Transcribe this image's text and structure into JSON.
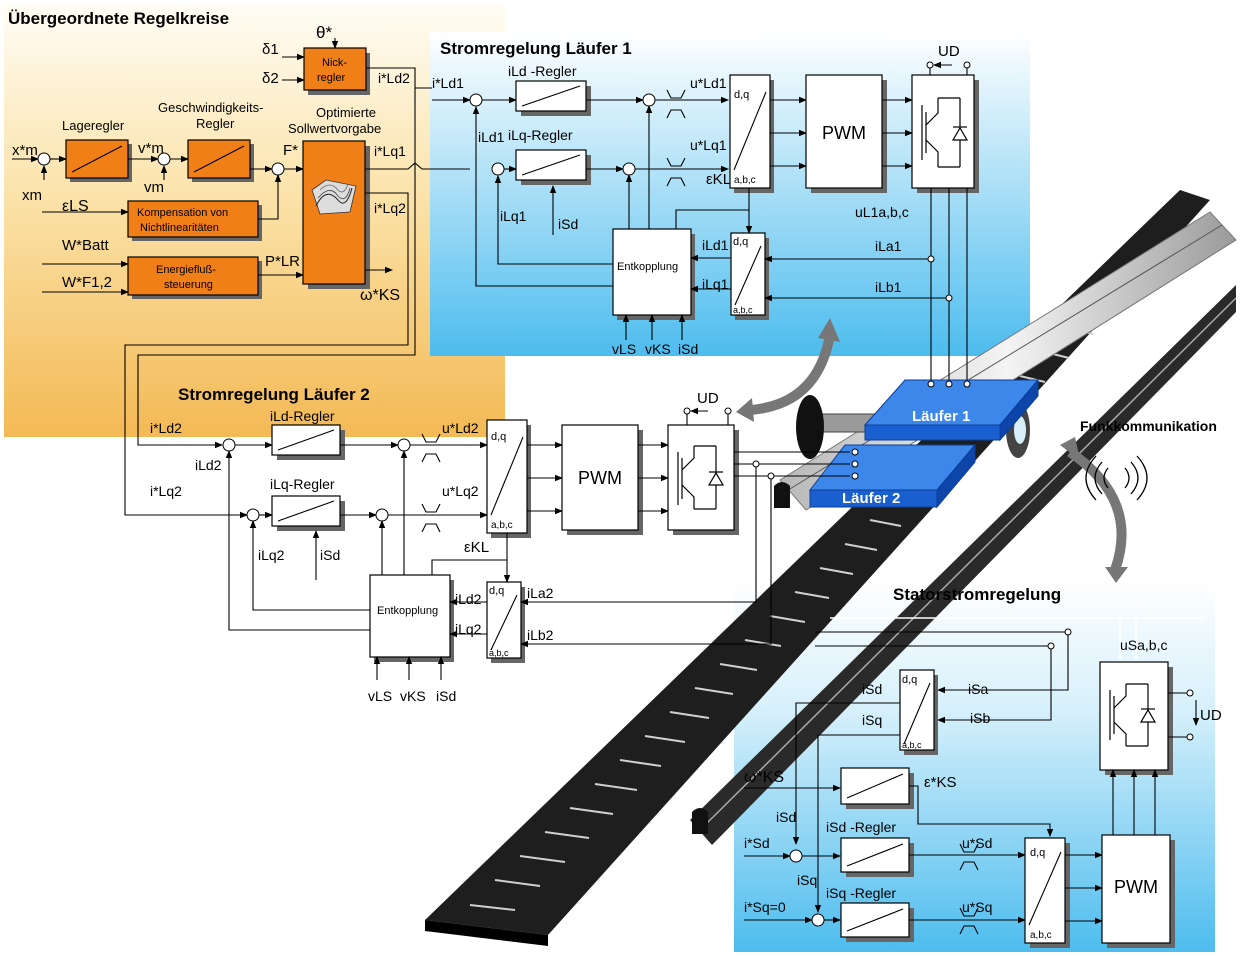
{
  "sections": {
    "outer": "Übergeordnete Regelkreise",
    "rotor1": "Stromregelung Läufer 1",
    "rotor2": "Stromregelung Läufer 2",
    "stator": "Statorstromregelung",
    "radio": "Funkkommunikation"
  },
  "outer_loop": {
    "theta": "θ*",
    "delta1": "δ1",
    "delta2": "δ2",
    "nick1": "Nick-",
    "nick2": "regler",
    "lage": "Lageregler",
    "geschw1": "Geschwindigkeits-",
    "geschw2": "Regler",
    "opt1": "Optimierte",
    "opt2": "Sollwertvorgabe",
    "xm_star": "x*m",
    "xm": "xm",
    "vm_star": "v*m",
    "vm": "vm",
    "F": "F*",
    "eps_ls": "εLS",
    "komp1": "Kompensation von",
    "komp2": "Nichtlinearitäten",
    "wbatt": "W*Batt",
    "wf": "W*F1,2",
    "energ1": "Energiefluß-",
    "energ2": "steuerung",
    "plr": "P*LR",
    "omega_ks": "ω*KS",
    "ild2_out": "i*Ld2",
    "ilq1_out": "i*Lq1",
    "ilq2_out": "i*Lq2"
  },
  "rotor1": {
    "ild1_star": "i*Ld1",
    "ild1": "iLd1",
    "ild_regler": "iLd -Regler",
    "ilq_regler": "iLq-Regler",
    "uld1": "u*Ld1",
    "ulq1": "u*Lq1",
    "ilq1": "iLq1",
    "isd": "iSd",
    "eps_kl": "εKL",
    "entk": "Entkopplung",
    "ild1_fb": "iLd1",
    "ilq1_fb": "iLq1",
    "ila1": "iLa1",
    "ilb1": "iLb1",
    "ul1": "uL1a,b,c",
    "ud": "UD",
    "pwm": "PWM",
    "vls": "vLS",
    "vks": "vKS",
    "isd_in": "iSd",
    "dq": "d,q",
    "abc": "a,b,c"
  },
  "rotor2": {
    "ild2_star": "i*Ld2",
    "ilq2_star": "i*Lq2",
    "ild2": "iLd2",
    "ilq2": "iLq2",
    "ild_regler": "iLd-Regler",
    "ilq_regler": "iLq-Regler",
    "uld2": "u*Ld2",
    "ulq2": "u*Lq2",
    "isd": "iSd",
    "eps_kl": "εKL",
    "entk": "Entkopplung",
    "ild2_fb": "iLd2",
    "ilq2_fb": "iLq2",
    "ila2": "iLa2",
    "ilb2": "iLb2",
    "ud": "UD",
    "pwm": "PWM",
    "vls": "vLS",
    "vks": "vKS",
    "isd_in": "iSd",
    "dq": "d,q",
    "abc": "a,b,c"
  },
  "stator": {
    "isd": "iSd",
    "isq": "iSq",
    "isa": "iSa",
    "isb": "iSb",
    "usabc": "uSa,b,c",
    "ud": "UD",
    "omega_ks": "ω*KS",
    "eps_ks": "ε*KS",
    "isd_fb": "iSd",
    "isd_regler": "iSd -Regler",
    "isd_star": "i*Sd",
    "isq_fb": "iSq",
    "isq_regler": "iSq -Regler",
    "isq_star": "i*Sq=0",
    "usd": "u*Sd",
    "usq": "u*Sq",
    "pwm": "PWM",
    "dq": "d,q",
    "abc": "a,b,c"
  },
  "vehicles": {
    "l1": "Läufer 1",
    "l2": "Läufer 2"
  },
  "colors": {
    "orange_block": "#f07f17",
    "outer_bg": "#f5c46e",
    "blue_bg": "#56c1ee",
    "vehicle_blue": "#1a6fe0"
  }
}
